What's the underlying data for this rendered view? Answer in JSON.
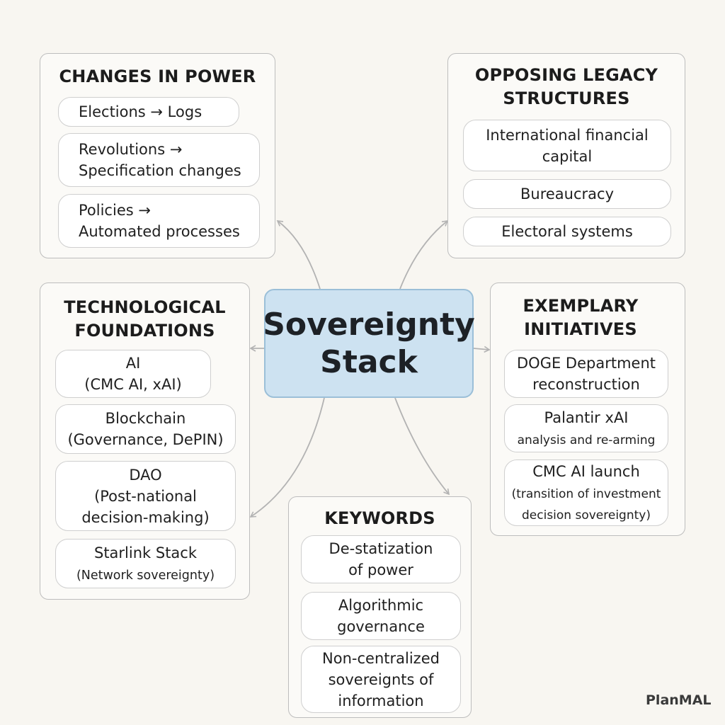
{
  "center": {
    "title_line1": "Sovereignty",
    "title_line2": "Stack"
  },
  "panels": {
    "changes_in_power": {
      "title": "CHANGES IN POWER",
      "items": [
        {
          "line1": "Elections → Logs"
        },
        {
          "line1": "Revolutions →",
          "line2": "Specification changes"
        },
        {
          "line1": "Policies →",
          "line2": "Automated processes"
        }
      ]
    },
    "opposing_legacy": {
      "title_line1": "OPPOSING LEGACY",
      "title_line2": "STRUCTURES",
      "items": [
        {
          "line1": "International financial",
          "line2": "capital"
        },
        {
          "line1": "Bureaucracy"
        },
        {
          "line1": "Electoral systems"
        }
      ]
    },
    "technological_foundations": {
      "title_line1": "TECHNOLOGICAL",
      "title_line2": "FOUNDATIONS",
      "items": [
        {
          "line1": "AI",
          "line2": "(CMC AI, xAI)"
        },
        {
          "line1": "Blockchain",
          "line2": "(Governance, DePIN)"
        },
        {
          "line1": "DAO",
          "line2": "(Post-national",
          "line3": "decision-making)"
        },
        {
          "line1": "Starlink Stack",
          "line2": "(Network sovereignty)"
        }
      ]
    },
    "exemplary_initiatives": {
      "title_line1": "EXEMPLARY",
      "title_line2": "INITIATIVES",
      "items": [
        {
          "line1": "DOGE Department",
          "line2": "reconstruction"
        },
        {
          "line1": "Palantir xAI",
          "line2": "analysis and re-arming"
        },
        {
          "line1": "CMC AI launch",
          "line2": "(transition of investment",
          "line3": "decision sovereignty)"
        }
      ]
    },
    "keywords": {
      "title": "KEYWORDS",
      "items": [
        {
          "line1": "De-statization",
          "line2": "of power"
        },
        {
          "line1": "Algorithmic",
          "line2": "governance"
        },
        {
          "line1": "Non-centralized",
          "line2": "sovereignts of",
          "line3": "information"
        }
      ]
    }
  },
  "brand": "PlanMAL",
  "colors": {
    "background": "#f8f6f1",
    "center_fill": "#cde2f1",
    "center_border": "#9bbfd8",
    "connector": "#b3b3b3"
  }
}
